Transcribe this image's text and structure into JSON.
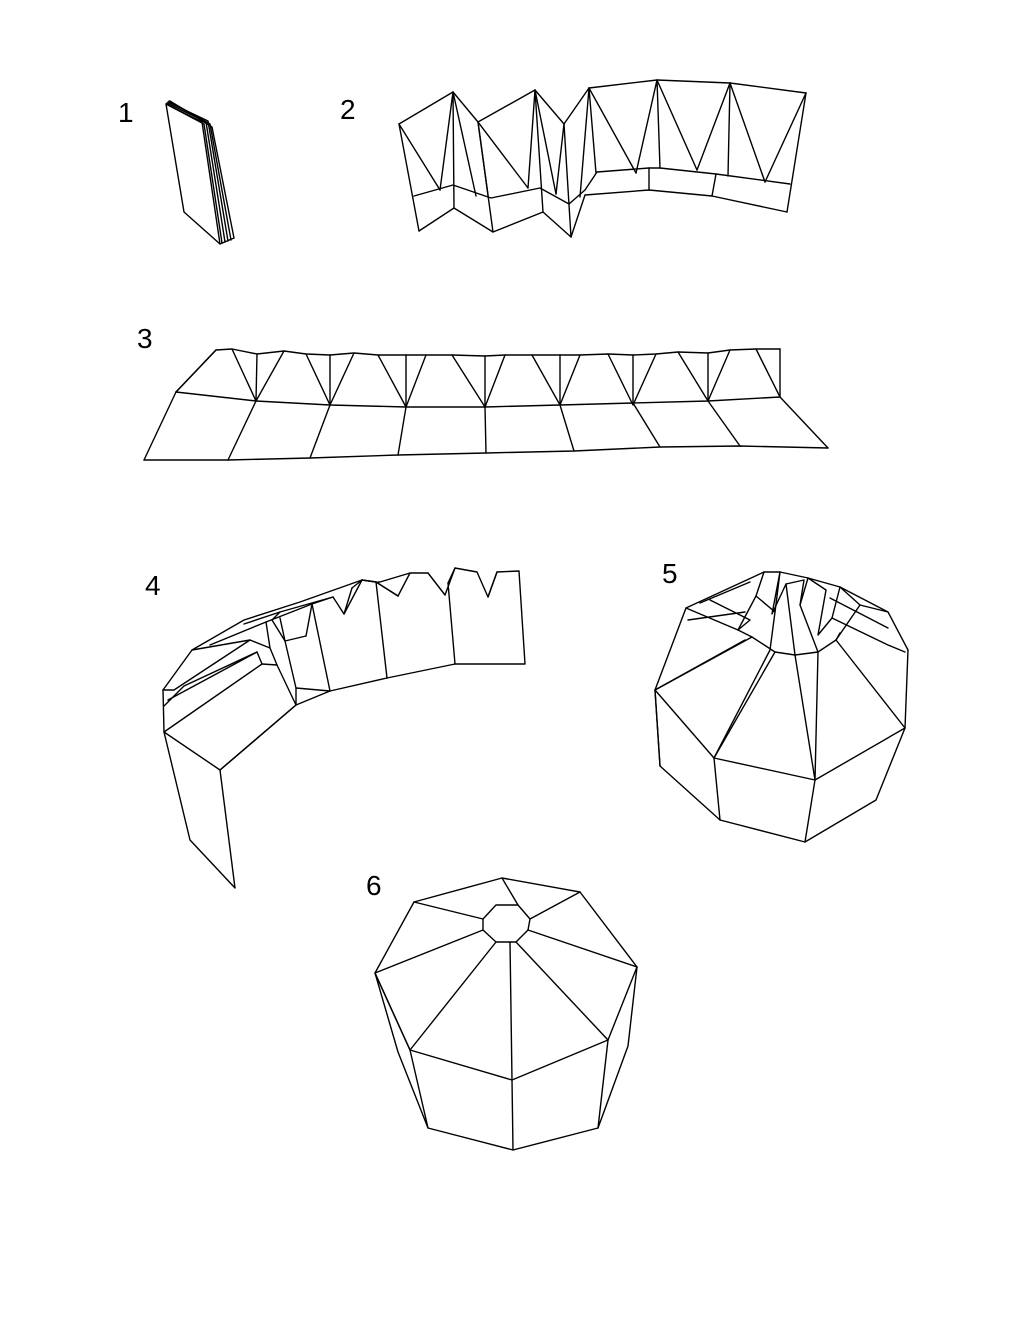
{
  "diagram": {
    "steps": [
      {
        "number": "1"
      },
      {
        "number": "2"
      },
      {
        "number": "3"
      },
      {
        "number": "4"
      },
      {
        "number": "5"
      },
      {
        "number": "6"
      }
    ],
    "colors": {
      "line": "#000000",
      "background": "#ffffff"
    }
  }
}
